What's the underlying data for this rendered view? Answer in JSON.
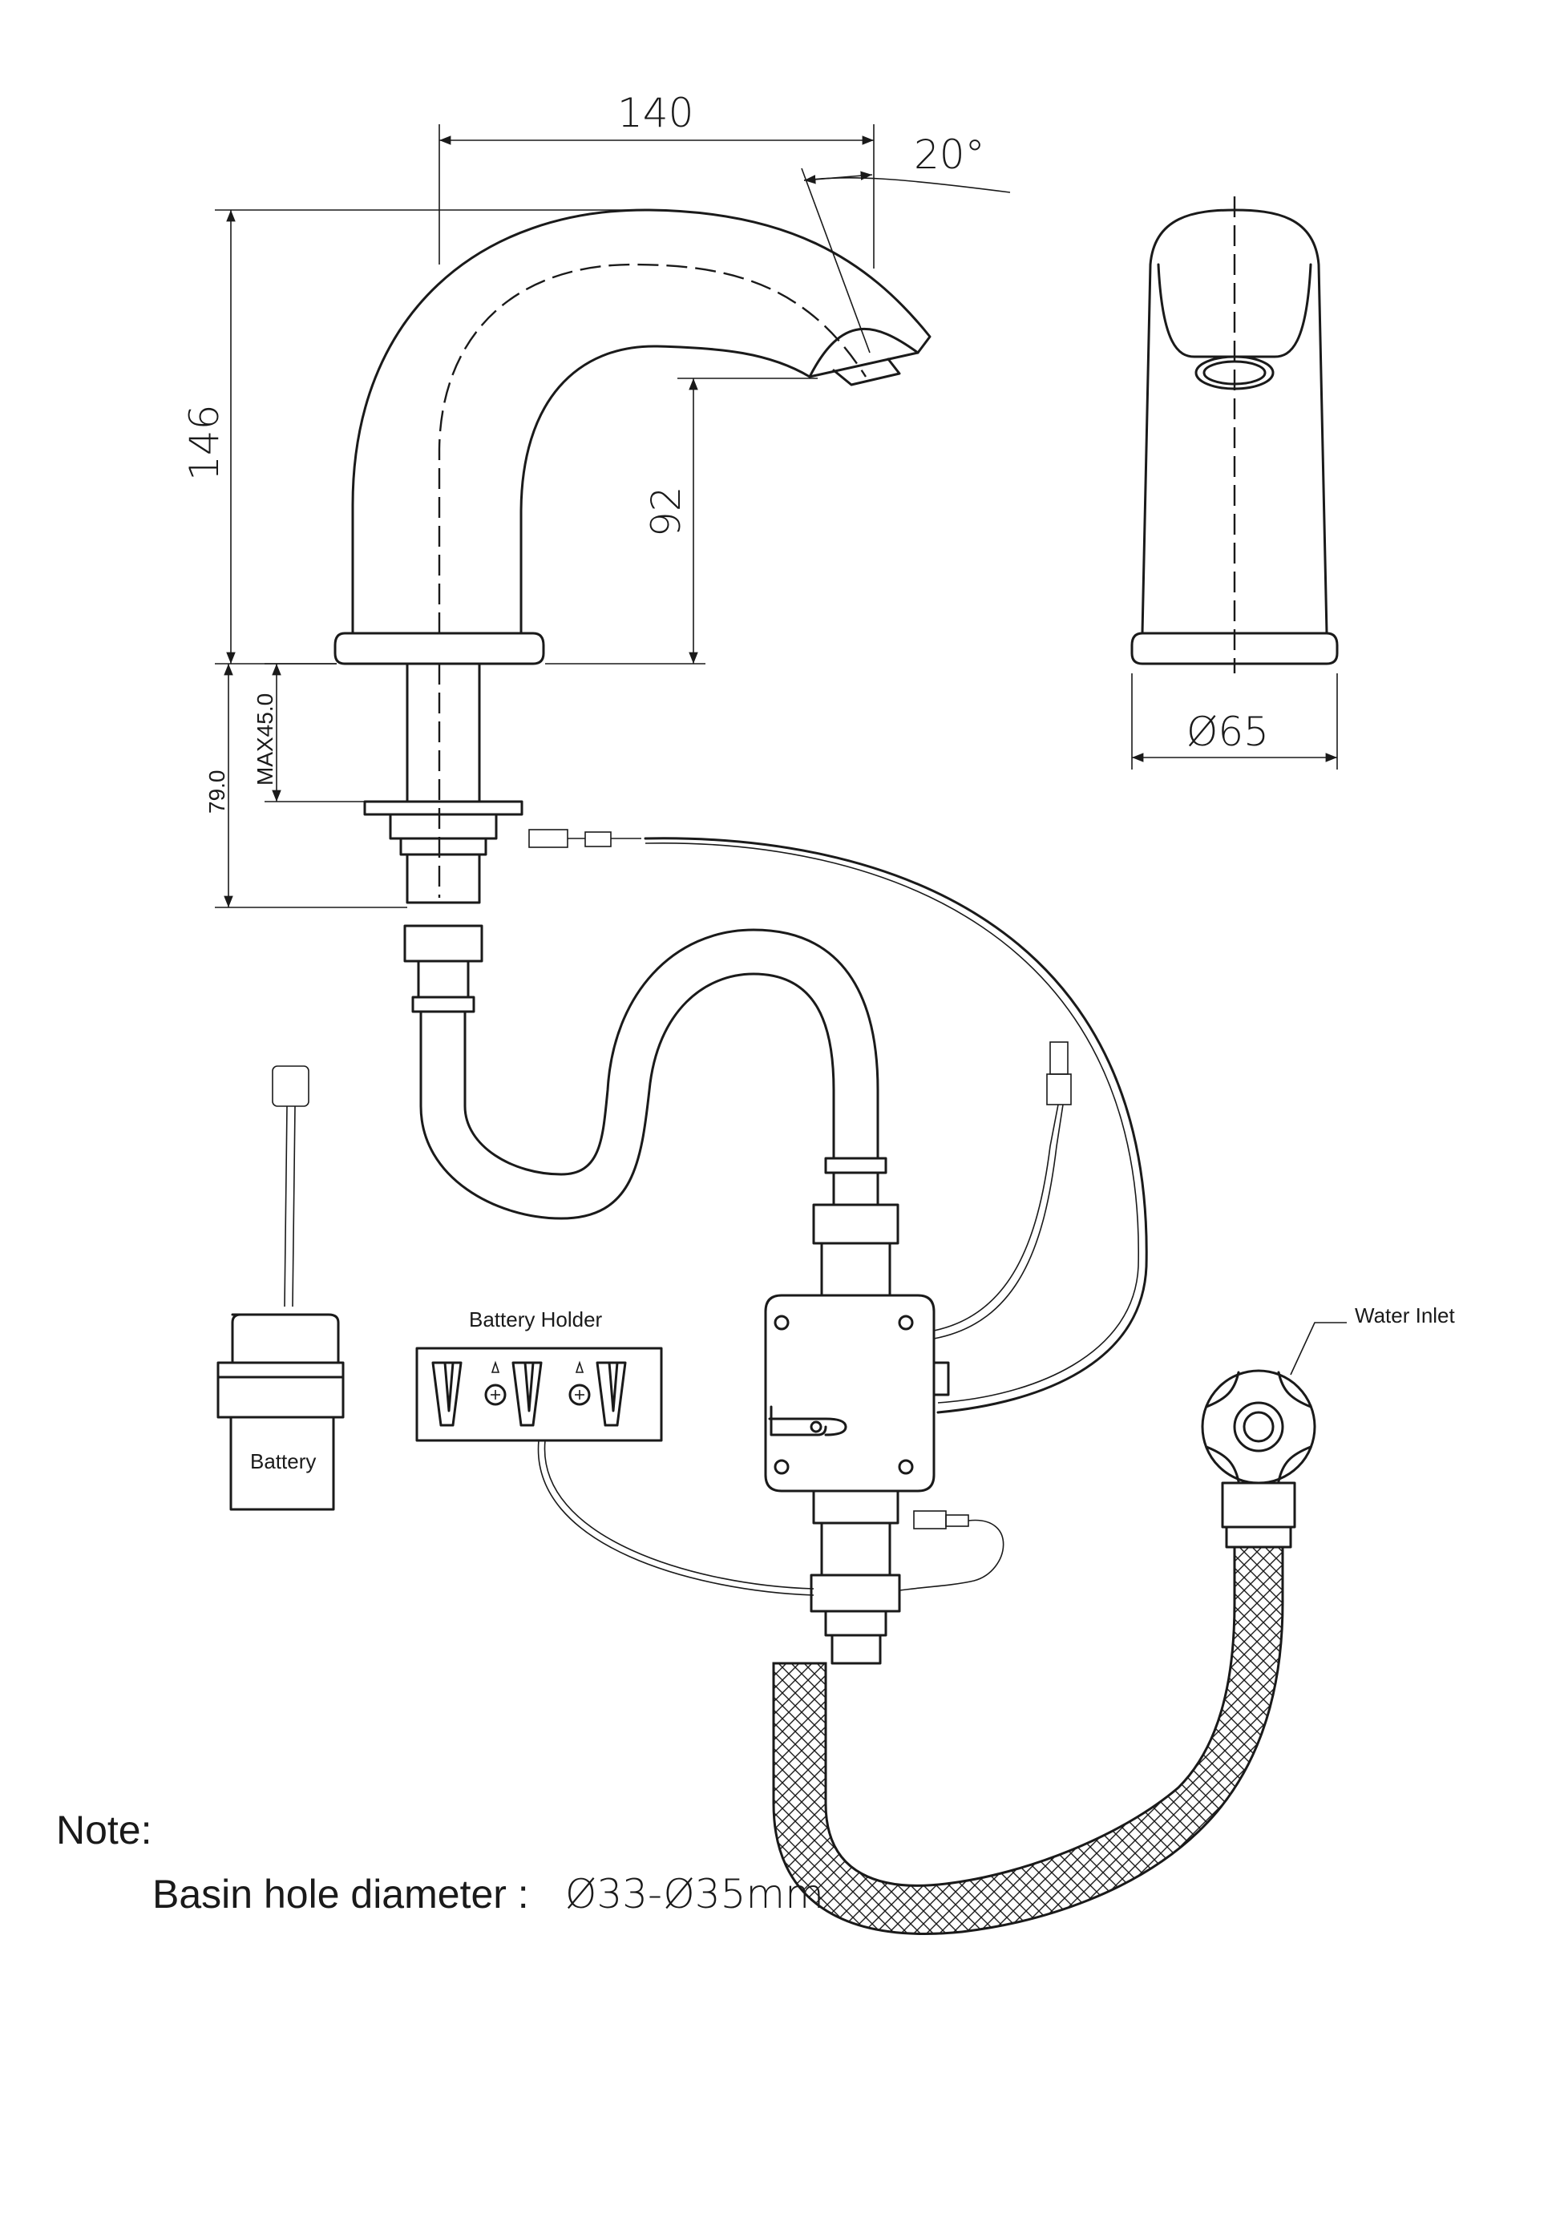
{
  "dimensions": {
    "spout_reach": "140",
    "spout_angle": "20°",
    "total_height": "146",
    "outlet_height": "92",
    "shank_max": "MAX45.0",
    "shank_length": "79.0",
    "base_diameter": "Ø65"
  },
  "labels": {
    "battery_holder": "Battery Holder",
    "battery": "Battery",
    "water_inlet": "Water Inlet"
  },
  "note": {
    "heading": "Note:",
    "label": "Basin hole diameter :",
    "value": "Ø33-Ø35mm"
  }
}
